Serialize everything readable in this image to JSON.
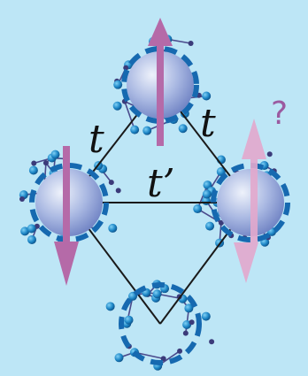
{
  "diagram": {
    "labels": {
      "t_upper_left": "t",
      "t_upper_right": "t",
      "t_prime": "t’",
      "question": "?"
    },
    "sites": [
      {
        "id": "top",
        "spin": "up",
        "occupied": true
      },
      {
        "id": "left",
        "spin": "down",
        "occupied": true
      },
      {
        "id": "right",
        "spin": "frustrated",
        "occupied": true
      },
      {
        "id": "bottom",
        "spin": "none",
        "occupied": false
      }
    ],
    "colors": {
      "background": "#bde6f6",
      "bond": "#1a1a1a",
      "dashed_circle": "#1669b0",
      "sphere": "#9fb2df",
      "spin_arrow": "#b56aa8",
      "spin_arrow_faded": "#e3a9cd",
      "molecule_atom": "#1d7fc0",
      "molecule_bond": "#4a4a8c",
      "question": "#9b5aa0"
    }
  }
}
